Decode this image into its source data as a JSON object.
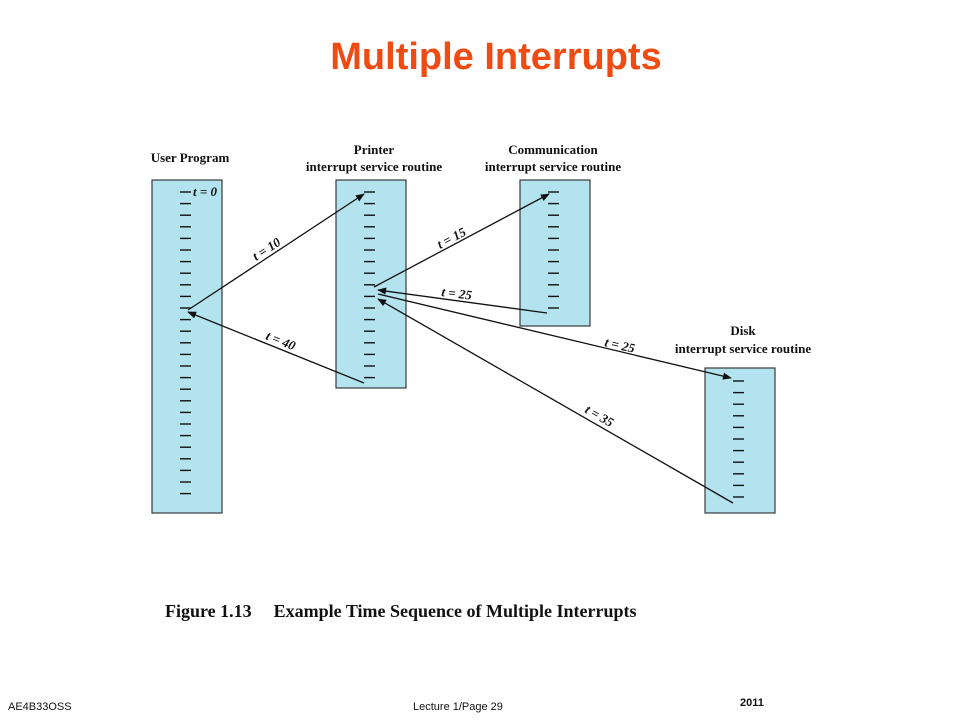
{
  "slide": {
    "title": "Multiple Interrupts",
    "footer_course": "AE4B33OSS",
    "footer_page": "Lecture 1/Page 29",
    "footer_year": "2011"
  },
  "figure": {
    "number": "Figure 1.13",
    "caption": "Example Time Sequence of Multiple Interrupts"
  },
  "colors": {
    "title": "#ef4b12",
    "column_fill": "#b3e3ef",
    "column_stroke": "#3a3a3a",
    "ink": "#111111"
  },
  "routines": [
    {
      "id": "user",
      "label_lines": [
        "User Program"
      ],
      "start_mark": "t = 0"
    },
    {
      "id": "printer",
      "label_lines": [
        "Printer",
        "interrupt service routine"
      ]
    },
    {
      "id": "comm",
      "label_lines": [
        "Communication",
        "interrupt service routine"
      ]
    },
    {
      "id": "disk",
      "label_lines": [
        "Disk",
        "interrupt service routine"
      ]
    }
  ],
  "transfers": [
    {
      "label": "t = 10",
      "from": "user",
      "to": "printer"
    },
    {
      "label": "t = 15",
      "from": "printer",
      "to": "comm"
    },
    {
      "label": "t = 25",
      "from": "comm",
      "to": "printer"
    },
    {
      "label": "t = 25",
      "from": "printer",
      "to": "disk"
    },
    {
      "label": "t = 35",
      "from": "disk",
      "to": "printer"
    },
    {
      "label": "t = 40",
      "from": "printer",
      "to": "user"
    }
  ]
}
